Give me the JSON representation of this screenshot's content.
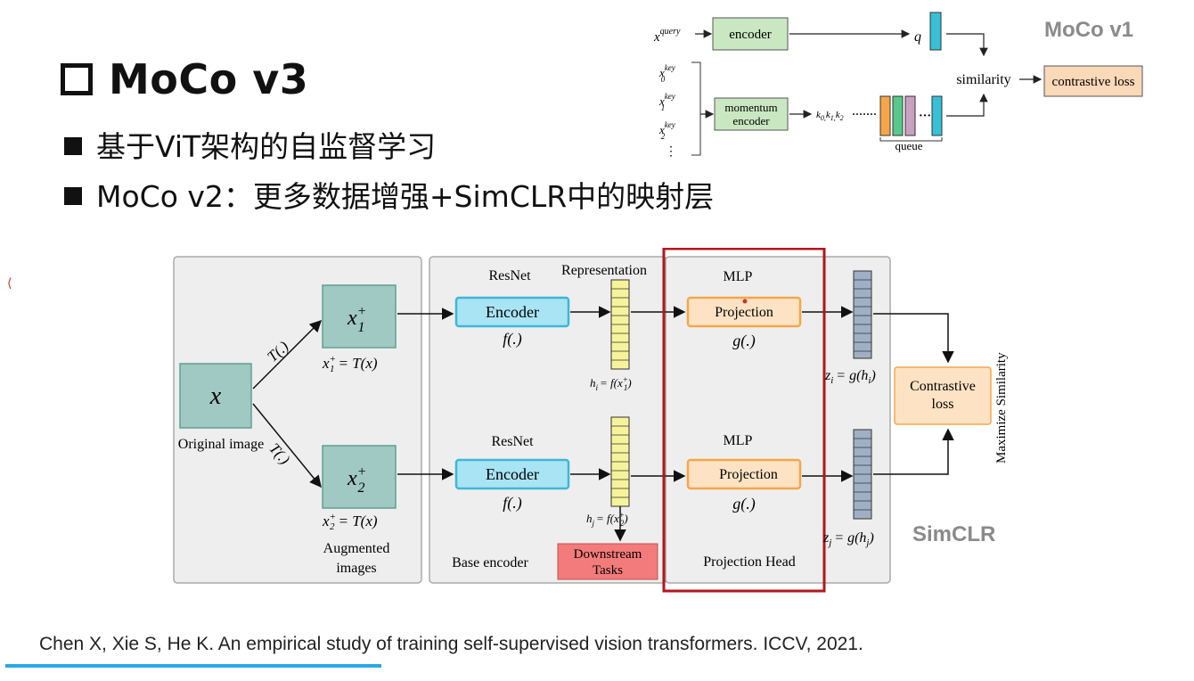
{
  "slide": {
    "title": "MoCo v3",
    "bullets": [
      "基于ViT架构的自监督学习",
      "MoCo v2：更多数据增强+SimCLR中的映射层"
    ],
    "citation": "Chen X, Xie S, He K. An empirical study of training self-supervised vision transformers. ICCV, 2021."
  },
  "moco_v1": {
    "tag": "MoCo v1",
    "x_query": "x",
    "x_query_sup": "query",
    "encoder": "encoder",
    "q": "q",
    "keys": [
      {
        "base": "x",
        "sub": "0",
        "sup": "key"
      },
      {
        "base": "x",
        "sub": "1",
        "sup": "key"
      },
      {
        "base": "x",
        "sub": "2",
        "sup": "key"
      }
    ],
    "ellipsis": "⋮",
    "momentum_line1": "momentum",
    "momentum_line2": "encoder",
    "k_seq": "k",
    "k_seq_subs": [
      "0,",
      "1,",
      "2"
    ],
    "k_dots": "·······",
    "queue_dots": "···",
    "queue": "queue",
    "similarity": "similarity",
    "contrastive_loss": "contrastive loss"
  },
  "simclr": {
    "tag": "SimCLR",
    "x": "x",
    "original_image": "Original image",
    "t_top": "T(.)",
    "t_bottom": "T(.)",
    "x1": "x",
    "x1_sub": "1",
    "x1_sup": "+",
    "x1_eq": "= T(x)",
    "x2": "x",
    "x2_sub": "2",
    "x2_sup": "+",
    "x2_eq": "= T(x)",
    "augmented_line1": "Augmented",
    "augmented_line2": "images",
    "resnet_top": "ResNet",
    "resnet_bottom": "ResNet",
    "representation": "Representation",
    "encoder_top": "Encoder",
    "encoder_bottom": "Encoder",
    "f_top": "f(.)",
    "f_bottom": "f(.)",
    "hi_label": "h",
    "hi_sub": "i",
    "hi_eq": "= f(x",
    "hi_eq_sub": "1",
    "hi_eq_sup": "+",
    "hi_close": ")",
    "hj_label": "h",
    "hj_sub": "j",
    "hj_eq": "= f(x",
    "hj_eq_sub": "2",
    "hj_eq_sup": "+",
    "hj_close": ")",
    "base_encoder": "Base encoder",
    "downstream_line1": "Downstream",
    "downstream_line2": "Tasks",
    "mlp_top": "MLP",
    "mlp_bottom": "MLP",
    "projection_top": "Projection",
    "projection_bottom": "Projection",
    "g_top": "g(.)",
    "g_bottom": "g(.)",
    "projection_head": "Projection Head",
    "zi": "z",
    "zi_sub": "i",
    "zi_eq": "= g(h",
    "zi_eq_sub": "i",
    "zi_close": ")",
    "zj": "z",
    "zj_sub": "j",
    "zj_eq": "= g(h",
    "zj_eq_sub": "j",
    "zj_close": ")",
    "contrastive_line1": "Contrastive",
    "contrastive_line2": "loss",
    "maximize_similarity": "Maximize Similarity"
  },
  "colors": {
    "teal_box": "#9fc9c2",
    "teal_border": "#5f9f93",
    "encoder_fill": "#a8e4f4",
    "encoder_border": "#3fb6d6",
    "projection_fill": "#fde3c4",
    "projection_border": "#f5a648",
    "rep_fill": "#f6f39a",
    "z_fill": "#9fb0c6",
    "highlight_red": "#b3161b",
    "downstream_fill": "#f47b7b",
    "moco_encoder_fill": "#c9e8c2",
    "loss_fill": "#f9d9b8",
    "accent_blue": "#29a8e6"
  }
}
